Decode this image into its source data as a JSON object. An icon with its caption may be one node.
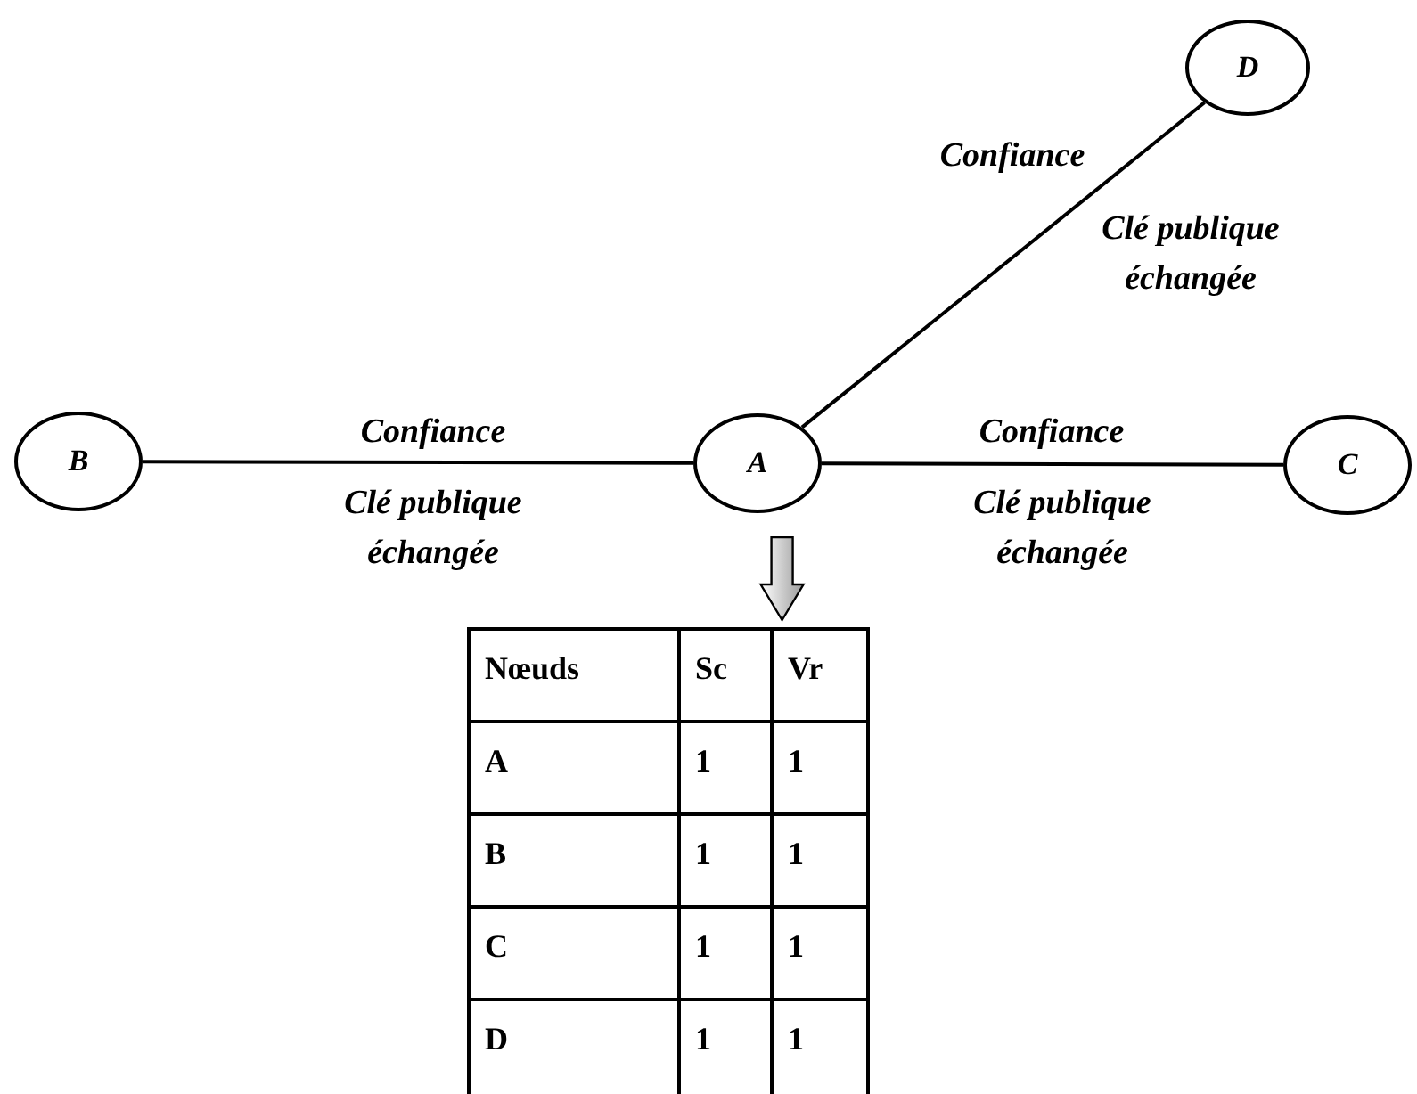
{
  "diagram": {
    "nodes": [
      {
        "text": [
          "D"
        ]
      },
      {
        "text": [
          "B"
        ]
      },
      {
        "text": [
          "A"
        ]
      },
      {
        "text": [
          "C"
        ]
      },
      {
        "text": [],
        "shape": "box"
      }
    ],
    "edges": [
      {
        "from": 2,
        "to": 0,
        "arrow": "none",
        "label": "Confiance"
      },
      {
        "from": 1,
        "to": 2,
        "arrow": "none",
        "label": "Confiance"
      },
      {
        "from": 2,
        "to": 3,
        "arrow": "none",
        "label": "Confiance"
      },
      {
        "from": 2,
        "to": 4,
        "arrow": "to",
        "style": "thick"
      }
    ],
    "labels": [
      "Clé publique échangée",
      "Clé publique échangée",
      "Clé publique échangée",
      "Nœuds",
      "Sc",
      "Vr",
      "A",
      "1",
      "1",
      "B",
      "1",
      "1",
      "C",
      "1",
      "1",
      "D",
      "1",
      "1"
    ]
  }
}
